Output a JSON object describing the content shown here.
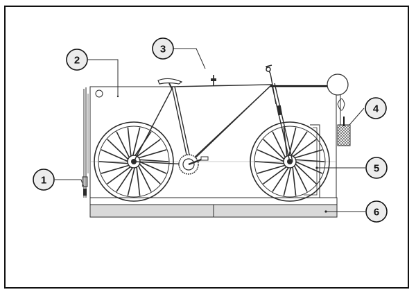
{
  "diagram": {
    "callouts": [
      {
        "id": "1",
        "label": "1"
      },
      {
        "id": "2",
        "label": "2"
      },
      {
        "id": "3",
        "label": "3"
      },
      {
        "id": "4",
        "label": "4"
      },
      {
        "id": "5",
        "label": "5"
      },
      {
        "id": "6",
        "label": "6"
      }
    ]
  },
  "colors": {
    "line": "#2b2b2b",
    "platform_fill": "#d9d9d9",
    "callout_fill": "#ececec",
    "background": "#ffffff"
  }
}
